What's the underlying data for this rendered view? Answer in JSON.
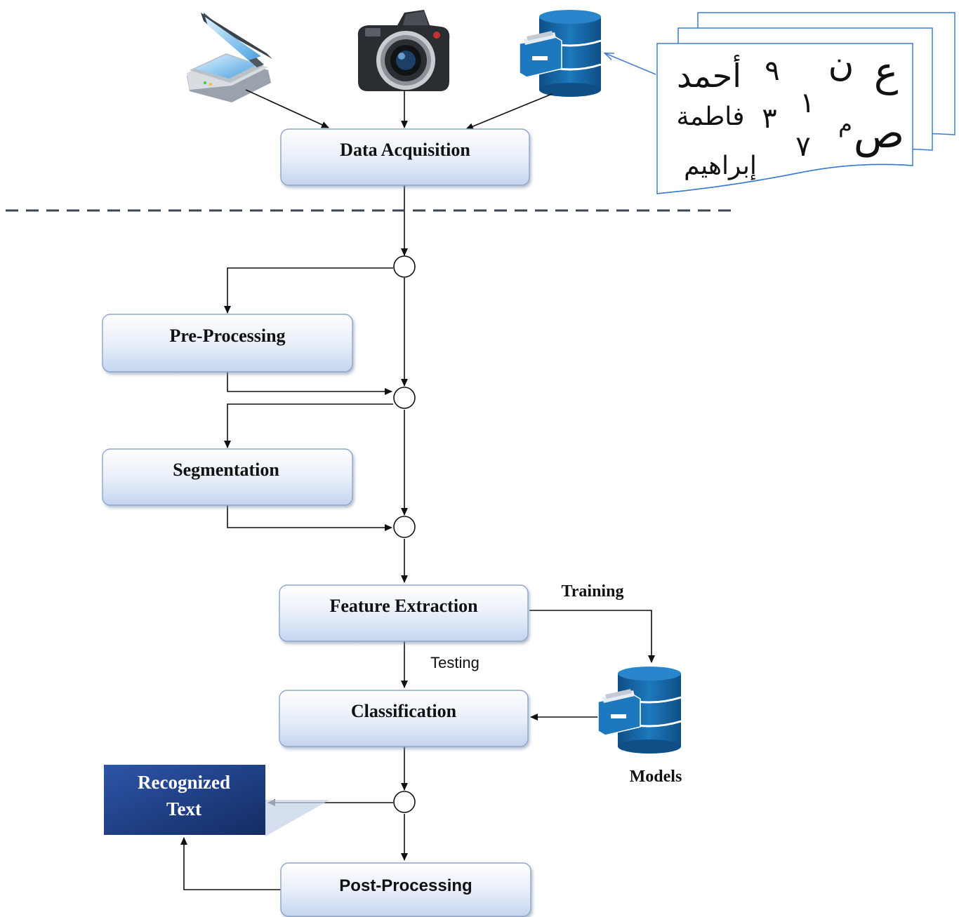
{
  "stages": {
    "data_acquisition": "Data Acquisition",
    "pre_processing": "Pre-Processing",
    "segmentation": "Segmentation",
    "feature_extraction": "Feature Extraction",
    "classification": "Classification",
    "post_processing": "Post-Processing"
  },
  "output": {
    "line1": "Recognized",
    "line2": "Text"
  },
  "labels": {
    "training": "Training",
    "testing": "Testing",
    "models": "Models"
  },
  "arabic_sample": {
    "row1": [
      "ع",
      "ن",
      "٩",
      "أحمد"
    ],
    "row2": [
      "ص",
      "م",
      "١",
      "٣",
      "فاطمة"
    ],
    "row3": [
      "٧",
      "إبراهيم"
    ]
  },
  "icons": [
    "scanner-icon",
    "camera-icon",
    "database-icon",
    "models-database-icon"
  ],
  "colors": {
    "box_fill_top": "#ffffff",
    "box_fill_bottom": "#c9d8ef",
    "box_border": "#8fa6cc",
    "output_fill": "#1f3f86",
    "database_blue": "#1a6aa8",
    "dashed_line": "#3a4555",
    "doc_border": "#3b7bd3"
  }
}
